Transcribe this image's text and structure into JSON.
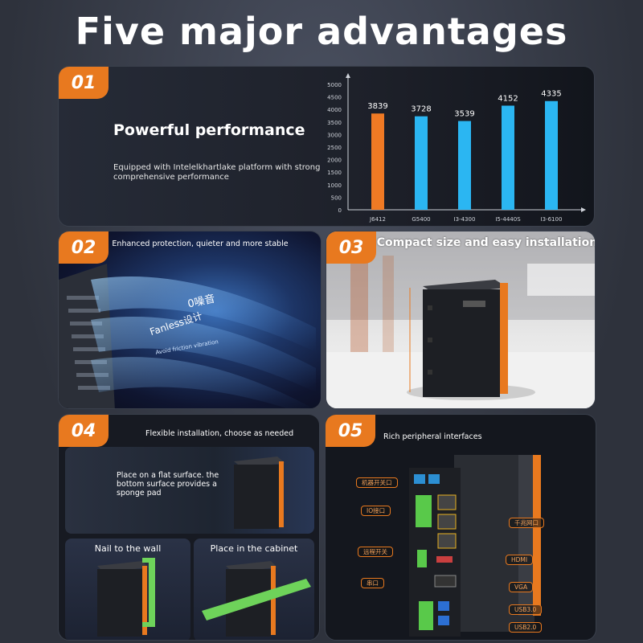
{
  "title": "Five major advantages",
  "accent_color": "#e8791f",
  "sections": [
    {
      "number": "01",
      "heading": "Powerful performance",
      "description": "Equipped with Intelelkhartlake platform with strong comprehensive performance"
    },
    {
      "number": "02",
      "caption": "Enhanced protection, quieter and more stable",
      "overlay_texts": [
        "0噪音",
        "Fanless设计",
        "Avoid friction vibration"
      ]
    },
    {
      "number": "03",
      "caption": "Compact size and easy installation"
    },
    {
      "number": "04",
      "caption": "Flexible installation, choose as needed",
      "options": [
        {
          "title": "",
          "text": "Place on a flat surface. the bottom surface provides a sponge pad"
        },
        {
          "title": "Nail to the wall",
          "text": ""
        },
        {
          "title": "Place in the cabinet",
          "text": ""
        }
      ]
    },
    {
      "number": "05",
      "caption": "Rich peripheral interfaces",
      "left_labels": [
        "机器开关口",
        "IO接口",
        "远程开关",
        "串口"
      ],
      "right_labels": [
        "千兆网口",
        "HDMI",
        "VGA",
        "USB3.0",
        "USB2.0"
      ]
    }
  ],
  "chart_data": {
    "type": "bar",
    "categories": [
      "J6412",
      "G5400",
      "I3-4300",
      "I5-4440S",
      "I3-6100"
    ],
    "values": [
      3839,
      3728,
      3539,
      4152,
      4335
    ],
    "ylim": [
      0,
      5000
    ],
    "yticks": [
      0,
      500,
      1000,
      1500,
      2000,
      2500,
      3000,
      3500,
      4000,
      4500,
      5000
    ],
    "colors": [
      "#f07a24",
      "#2bb6f2",
      "#2bb6f2",
      "#2bb6f2",
      "#2bb6f2"
    ],
    "grid": false
  }
}
